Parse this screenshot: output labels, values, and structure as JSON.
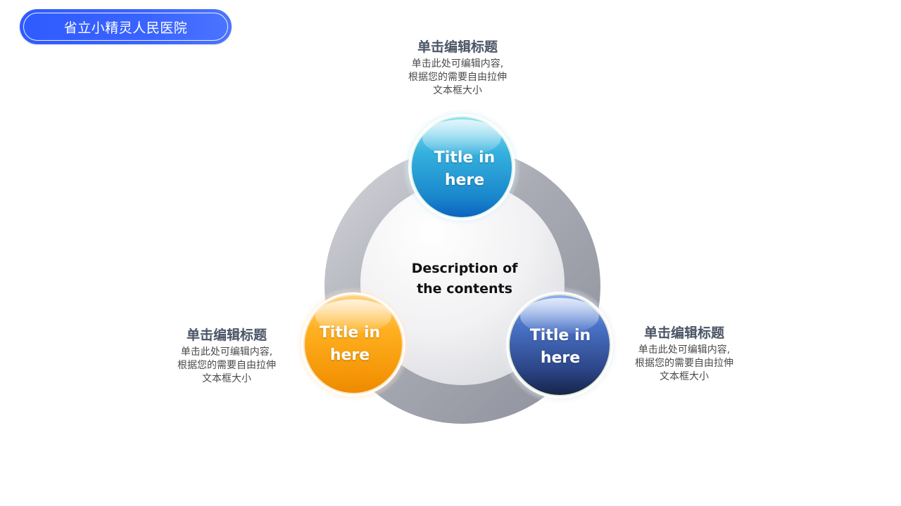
{
  "header": {
    "title": "省立小精灵人民医院",
    "accent_color": "#3a64ff"
  },
  "diagram": {
    "center_text_line1": "Description of",
    "center_text_line2": "the contents",
    "nodes": [
      {
        "line1": "Title in",
        "line2": "here",
        "color": "#1a8fd0"
      },
      {
        "line1": "Title in",
        "line2": "here",
        "color": "#f39a0a"
      },
      {
        "line1": "Title in",
        "line2": "here",
        "color": "#2e4a96"
      }
    ],
    "text_blocks": [
      {
        "title": "单击编辑标题",
        "body_line1": "单击此处可编辑内容,",
        "body_line2": "根据您的需要自由拉伸",
        "body_line3": "文本框大小"
      },
      {
        "title": "单击编辑标题",
        "body_line1": "单击此处可编辑内容,",
        "body_line2": "根据您的需要自由拉伸",
        "body_line3": "文本框大小"
      },
      {
        "title": "单击编辑标题",
        "body_line1": "单击此处可编辑内容,",
        "body_line2": "根据您的需要自由拉伸",
        "body_line3": "文本框大小"
      }
    ]
  }
}
